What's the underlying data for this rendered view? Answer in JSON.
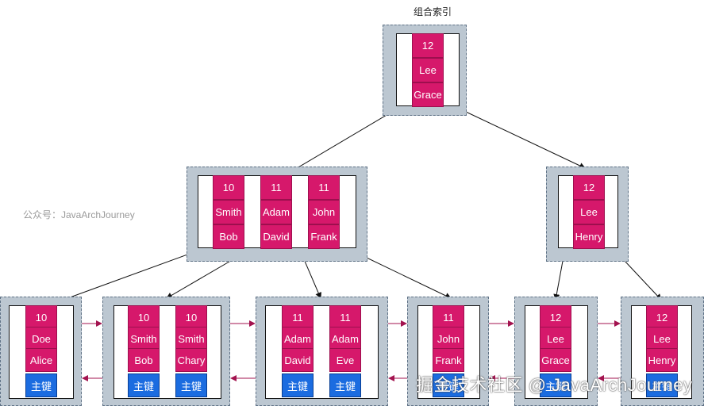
{
  "title": "组合索引",
  "watermark_left": "公众号：JavaArchJourney",
  "watermark_bottom": "掘金技术社区 @ JavaArchJourney",
  "pk_label": "主键",
  "colors": {
    "node_bg": "#bcc7d1",
    "node_border": "#5f7286",
    "key_cell": "#d6186b",
    "pk_cell": "#1b6ce0",
    "leaf_link_arrow": "#a3134f",
    "pointer_arrow": "#111111"
  },
  "root": {
    "entries": [
      {
        "age": "12",
        "last": "Lee",
        "first": "Grace"
      }
    ]
  },
  "internal": [
    {
      "entries": [
        {
          "age": "10",
          "last": "Smith",
          "first": "Bob"
        },
        {
          "age": "11",
          "last": "Adam",
          "first": "David"
        },
        {
          "age": "11",
          "last": "John",
          "first": "Frank"
        }
      ]
    },
    {
      "entries": [
        {
          "age": "12",
          "last": "Lee",
          "first": "Henry"
        }
      ]
    }
  ],
  "leaves": [
    {
      "entries": [
        {
          "age": "10",
          "last": "Doe",
          "first": "Alice"
        }
      ]
    },
    {
      "entries": [
        {
          "age": "10",
          "last": "Smith",
          "first": "Bob"
        },
        {
          "age": "10",
          "last": "Smith",
          "first": "Chary"
        }
      ]
    },
    {
      "entries": [
        {
          "age": "11",
          "last": "Adam",
          "first": "David"
        },
        {
          "age": "11",
          "last": "Adam",
          "first": "Eve"
        }
      ]
    },
    {
      "entries": [
        {
          "age": "11",
          "last": "John",
          "first": "Frank"
        }
      ]
    },
    {
      "entries": [
        {
          "age": "12",
          "last": "Lee",
          "first": "Grace"
        }
      ]
    },
    {
      "entries": [
        {
          "age": "12",
          "last": "Lee",
          "first": "Henry"
        }
      ]
    }
  ]
}
